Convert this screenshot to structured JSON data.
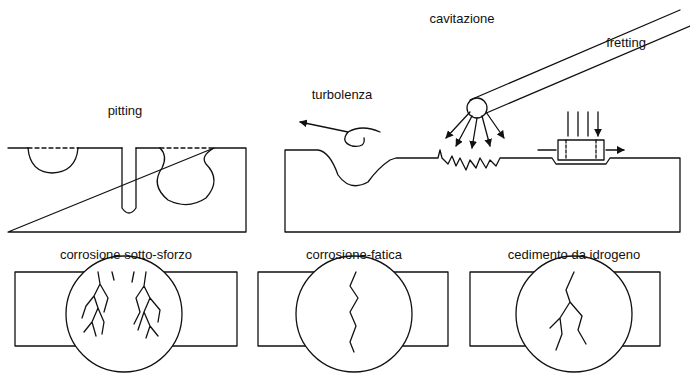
{
  "diagram": {
    "labels": [
      "pitting",
      "turbolenza",
      "cavitazione",
      "fretting",
      "corrosione sotto-sforzo",
      "corrosione-fatica",
      "cedimento da idrogeno"
    ]
  }
}
